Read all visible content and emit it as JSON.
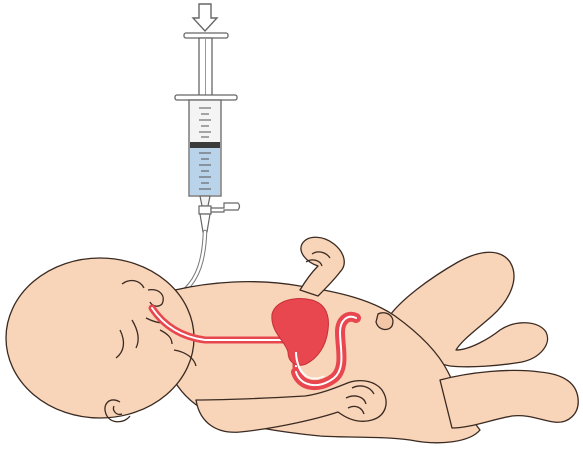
{
  "illustration": {
    "subject": "infant-nasogastric-syringe-feeding",
    "icons": [
      "down-arrow-icon",
      "syringe",
      "feeding-tube",
      "infant",
      "esophagus",
      "stomach"
    ],
    "colors": {
      "skin": "#f8d4b8",
      "skin_outline": "#3a2a22",
      "stomach": "#e8474f",
      "stomach_dark": "#c72f38",
      "tube": "#ffffff",
      "fluid": "#b9d3ea",
      "syringe_barrel": "#f4f4f4",
      "plunger": "#3b3b3b",
      "outline": "#555555"
    }
  }
}
